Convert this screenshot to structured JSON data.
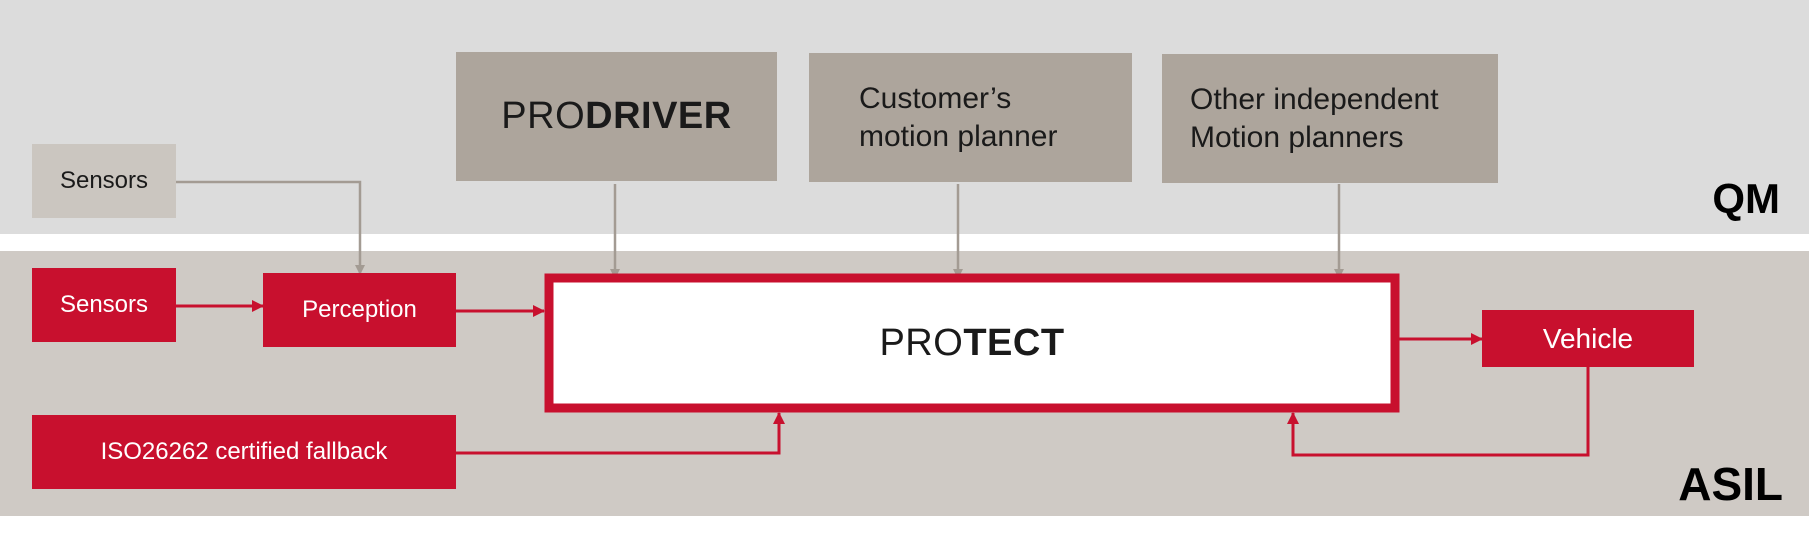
{
  "zones": {
    "qm_label": "QM",
    "asil_label": "ASIL"
  },
  "qm": {
    "sensors": "Sensors",
    "prodriver": {
      "prefix": "PRO",
      "suffix": "DRIVER"
    },
    "customer_planner": {
      "line1": "Customer’s",
      "line2": "motion planner"
    },
    "other_planners": {
      "line1": "Other independent",
      "line2": "Motion planners"
    }
  },
  "asil": {
    "sensors": "Sensors",
    "perception": "Perception",
    "fallback": "ISO26262 certified fallback",
    "protect": {
      "prefix": "PRO",
      "suffix": "TECT"
    },
    "vehicle": "Vehicle"
  },
  "colors": {
    "qm_band": "#dcdcdc",
    "asil_band": "#cfcac5",
    "planner_box": "#ada59c",
    "qm_sensor_box": "#cbc6c0",
    "red": "#c8102e",
    "gray_arrow": "#a39b93"
  }
}
